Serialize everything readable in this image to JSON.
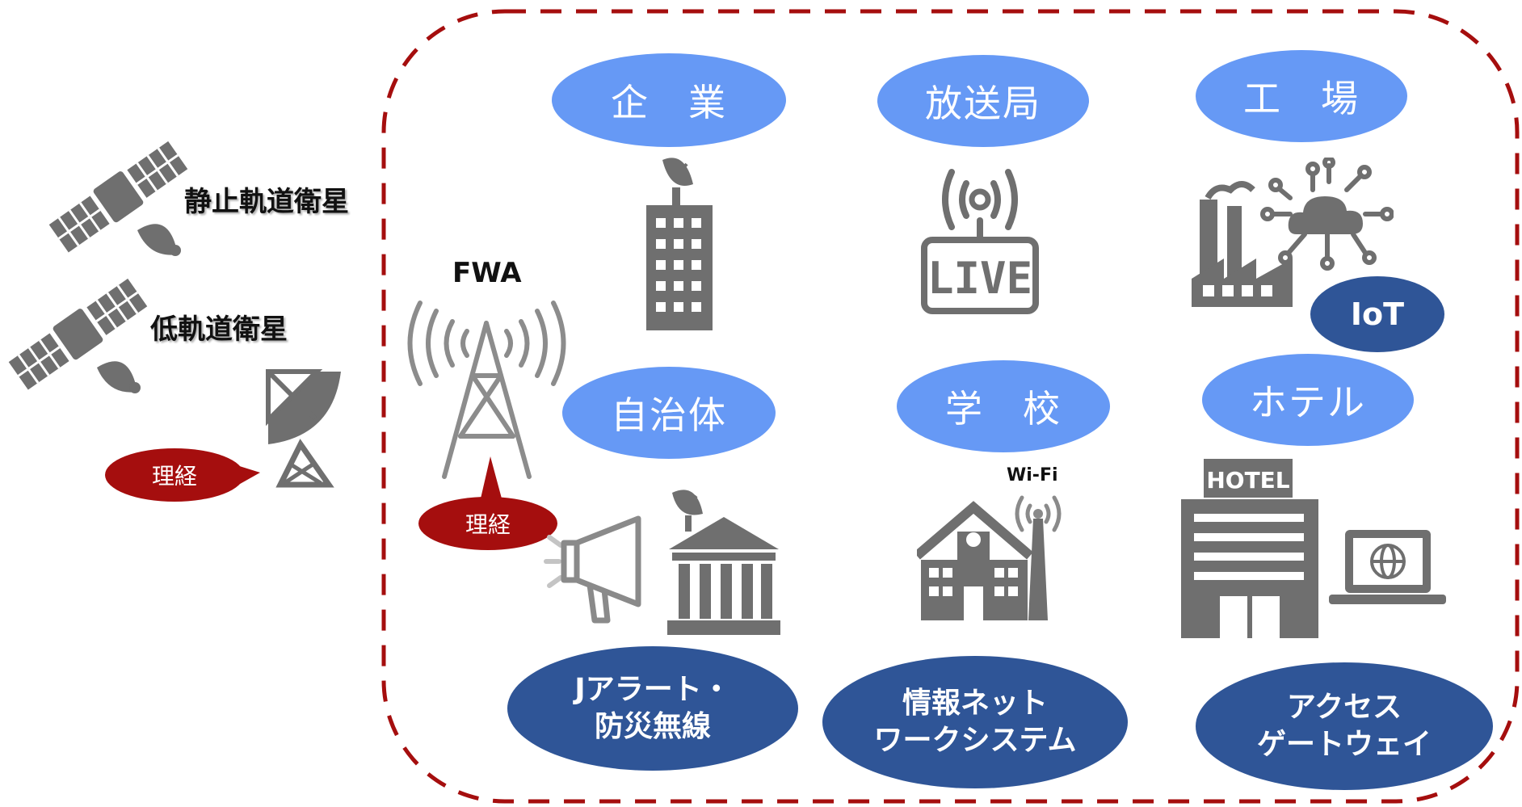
{
  "satellites": {
    "geo_label": "静止軌道衛星",
    "leo_label": "低軌道衛星"
  },
  "fwa": {
    "label": "FWA"
  },
  "bubbles": {
    "ground_station": "理経",
    "fwa": "理経"
  },
  "categories": {
    "enterprise": "企　業",
    "broadcaster": "放送局",
    "factory": "工　場",
    "municipality": "自治体",
    "school": "学　校",
    "hotel": "ホテル"
  },
  "solutions": {
    "jalert": "Jアラート・\n防災無線",
    "network": "情報ネット\nワークシステム",
    "gateway": "アクセス\nゲートウェイ",
    "iot": "IoT"
  },
  "icon_text": {
    "live": "LIVE",
    "wifi": "Wi-Fi",
    "hotel_sign": "HOTEL"
  },
  "colors": {
    "dashed_border": "#a50e0e",
    "light_ellipse": "#6699f5",
    "dark_ellipse": "#2f5597",
    "bubble": "#a50e0e",
    "icon_gray": "#6f6f6f"
  }
}
